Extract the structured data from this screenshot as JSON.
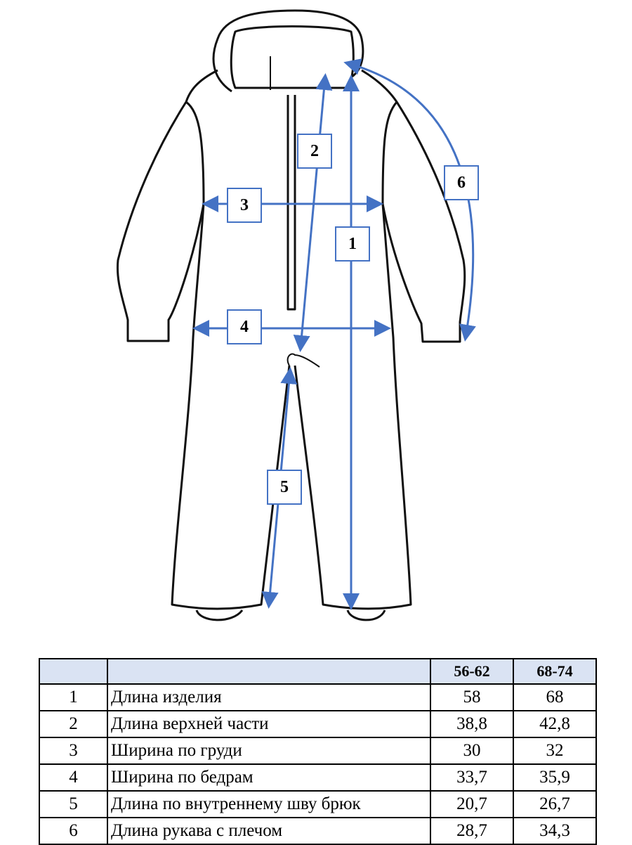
{
  "diagram": {
    "labels": [
      "1",
      "2",
      "3",
      "4",
      "5",
      "6"
    ],
    "accent_color": "#4472c4"
  },
  "table": {
    "headers": [
      "",
      "",
      "56-62",
      "68-74"
    ],
    "rows": [
      {
        "n": "1",
        "name": "Длина изделия",
        "v1": "58",
        "v2": "68"
      },
      {
        "n": "2",
        "name": "Длина верхней части",
        "v1": "38,8",
        "v2": "42,8"
      },
      {
        "n": "3",
        "name": "Ширина по груди",
        "v1": "30",
        "v2": "32"
      },
      {
        "n": "4",
        "name": "Ширина по бедрам",
        "v1": "33,7",
        "v2": "35,9"
      },
      {
        "n": "5",
        "name": "Длина по внутреннему шву брюк",
        "v1": "20,7",
        "v2": "26,7"
      },
      {
        "n": "6",
        "name": "Длина рукава с плечом",
        "v1": "28,7",
        "v2": "34,3"
      }
    ]
  }
}
